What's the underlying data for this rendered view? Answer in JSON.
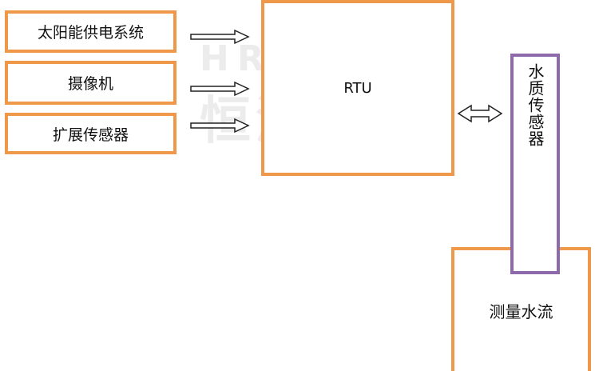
{
  "watermark": {
    "latin": "HRUNAN",
    "cjk": "恒润安"
  },
  "inputs": [
    {
      "label": "太阳能供电系统"
    },
    {
      "label": "摄像机"
    },
    {
      "label": "扩展传感器"
    }
  ],
  "rtu": {
    "label": "RTU"
  },
  "water_quality_sensor": {
    "label": "水质传感器"
  },
  "flow_measure": {
    "label": "测量水流"
  },
  "colors": {
    "box_border": "#f0984a",
    "sensor_border": "#8e6aab",
    "arrow": "#222222"
  }
}
